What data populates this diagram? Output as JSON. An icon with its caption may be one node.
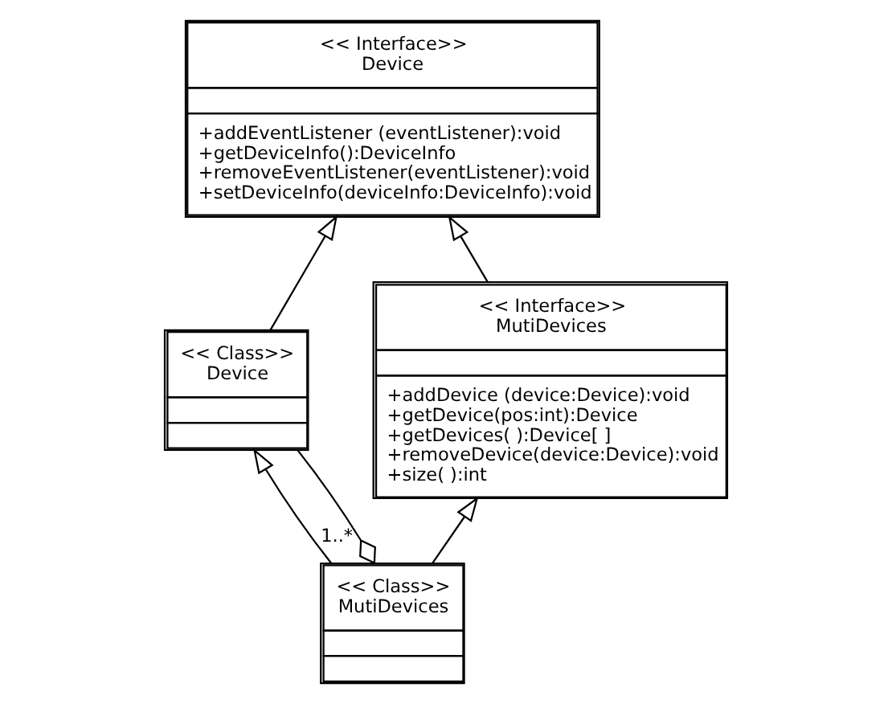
{
  "diagram": {
    "nodes": [
      {
        "text": [
          "<< Interface>>",
          "Device",
          "+addEventListener (eventListener):void",
          "+getDeviceInfo():DeviceInfo",
          "+removeEventListener(eventListener):void",
          "+setDeviceInfo(deviceInfo:DeviceInfo):void"
        ]
      },
      {
        "text": [
          "<< Class>>",
          "Device"
        ]
      },
      {
        "text": [
          "<< Interface>>",
          "MutiDevices",
          "+addDevice (device:Device):void",
          "+getDevice(pos:int):Device",
          "+getDevices( ):Device[ ]",
          "+removeDevice(device:Device):void",
          "+size( ):int"
        ]
      },
      {
        "text": [
          "<< Class>>",
          "MutiDevices"
        ]
      }
    ],
    "edges": [
      {
        "from": 1,
        "to": 0,
        "arrow": "to"
      },
      {
        "from": 2,
        "to": 0,
        "arrow": "to"
      },
      {
        "from": 3,
        "to": 1,
        "arrow": "to"
      },
      {
        "from": 3,
        "to": 2,
        "arrow": "to"
      },
      {
        "from": 1,
        "to": 3,
        "arrow": "other",
        "label": "1..*"
      }
    ]
  }
}
